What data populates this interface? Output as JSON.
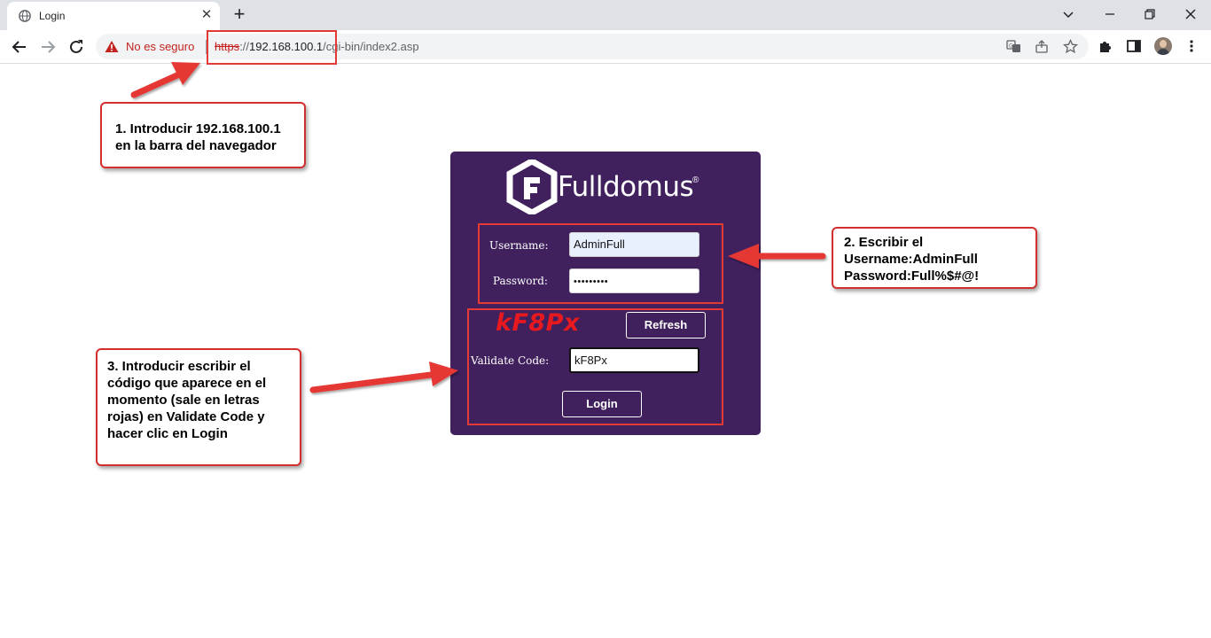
{
  "tab": {
    "title": "Login",
    "close_glyph": "✕",
    "new_tab_glyph": "+"
  },
  "omnibox": {
    "security_text": "No es seguro",
    "url_scheme": "https",
    "url_sep": "://",
    "url_host": "192.168.100.1",
    "url_path": "/cgi-bin/index2.asp"
  },
  "login": {
    "brand": "Fulldomus",
    "brand_mark": "®",
    "username_label": "Username:",
    "username_value": "AdminFull",
    "password_label": "Password:",
    "password_value": "Full%$#@!",
    "captcha": "kF8Px",
    "refresh_label": "Refresh",
    "validate_label": "Validate Code:",
    "validate_value": "kF8Px",
    "login_label": "Login"
  },
  "callouts": {
    "step1": {
      "line1": "1. Introducir 192.168.100.1",
      "line2": "en la barra del navegador"
    },
    "step2": {
      "line1": "2. Escribir el",
      "line2": "Username:AdminFull",
      "line3": "Password:Full%$#@!"
    },
    "step3": {
      "line1": "3. Introducir  escribir el",
      "line2": "código que aparece en el",
      "line3": "momento (sale en letras",
      "line4": "rojas) en Validate Code y",
      "line5": "hacer clic en Login"
    }
  },
  "colors": {
    "panel": "#40215e",
    "annotation_red": "#e53935",
    "captcha_red": "#e8191e",
    "insecure_red": "#c5221f"
  }
}
